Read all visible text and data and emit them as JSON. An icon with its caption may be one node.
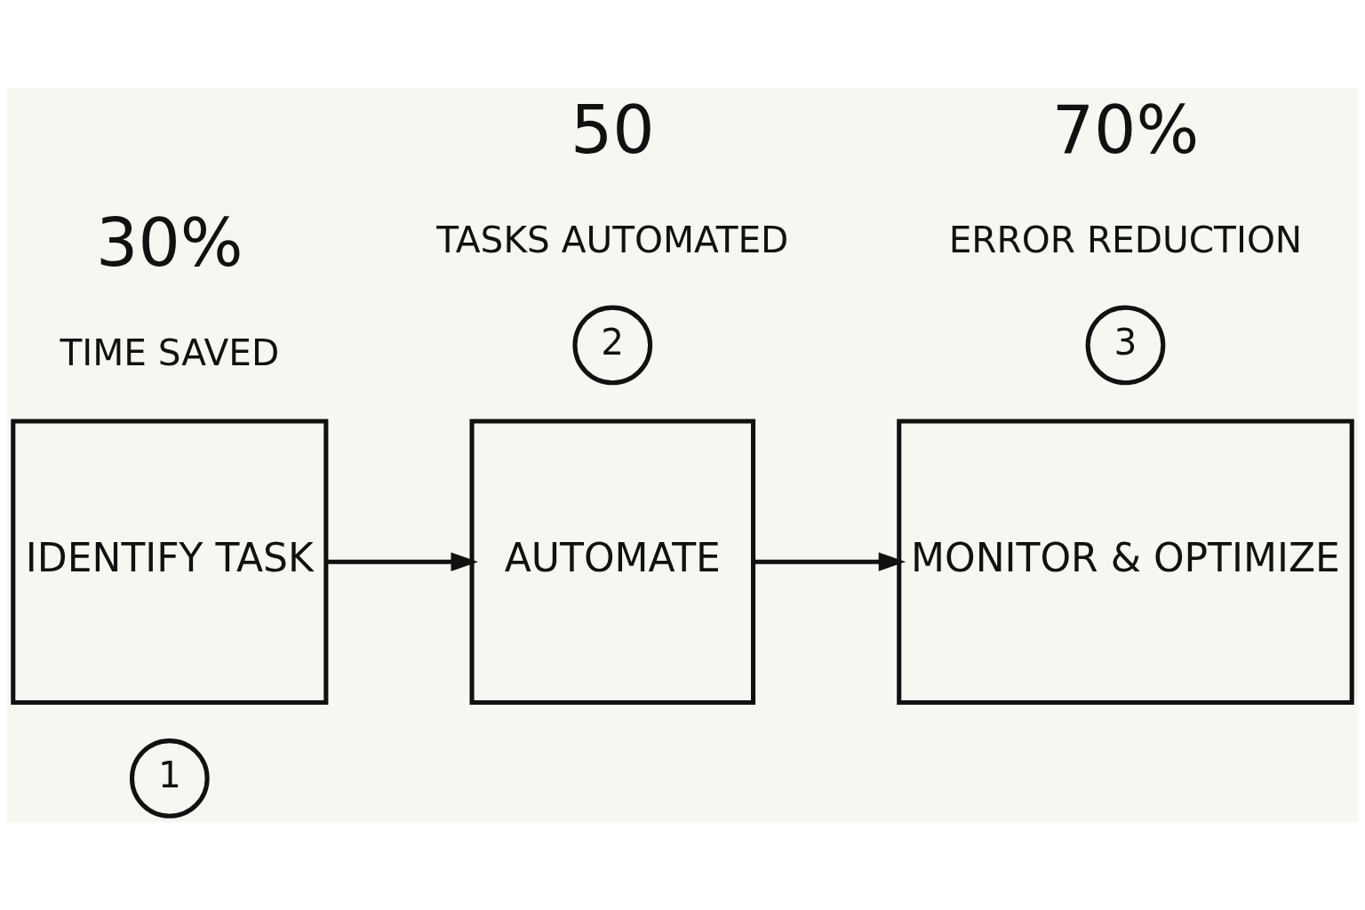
{
  "diagram": {
    "nodes": [
      {
        "text": [
          "1"
        ]
      },
      {
        "text": [
          "IDENTIFY TASK"
        ]
      },
      {
        "text": [
          "2"
        ]
      },
      {
        "text": [
          "AUTOMATE"
        ]
      },
      {
        "text": [
          "3"
        ]
      },
      {
        "text": [
          "MONITOR & OPTIMIZE"
        ]
      }
    ],
    "edges": [
      {
        "from": 1,
        "to": 3,
        "arrow": "to"
      },
      {
        "from": 3,
        "to": 5,
        "arrow": "to"
      }
    ],
    "labels": [
      "TIME SAVED",
      "TASKS AUTOMATED",
      "ERROR REDUCTION",
      "30%",
      "50",
      "70%"
    ]
  }
}
